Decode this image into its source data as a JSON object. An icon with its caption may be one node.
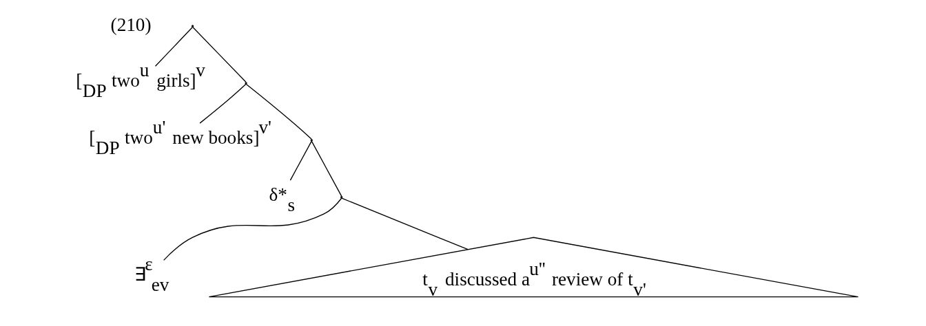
{
  "diagram": {
    "nodes": [
      {
        "text": [],
        "shape": "point"
      },
      {
        "text": [
          "[$_{DP}$ two$^{u}$ girls]$^{v}$"
        ]
      },
      {
        "text": [],
        "shape": "point"
      },
      {
        "text": [
          "[$_{DP}$ two$^{u'}$ new books]$^{v'}$"
        ]
      },
      {
        "text": [],
        "shape": "point"
      },
      {
        "text": [
          "δ*$_{s}$"
        ]
      },
      {
        "text": [],
        "shape": "point"
      },
      {
        "text": [
          "∃$^{ε}$$_{ev}$"
        ]
      },
      {
        "text": [
          "t$_{v}$ discussed a$^{u''}$ review of t$_{v'}$"
        ]
      }
    ],
    "edges": [
      {
        "from": 0,
        "to": 1,
        "arrow": "none"
      },
      {
        "from": 0,
        "to": 2,
        "arrow": "none"
      },
      {
        "from": 2,
        "to": 3,
        "arrow": "none"
      },
      {
        "from": 2,
        "to": 4,
        "arrow": "none"
      },
      {
        "from": 4,
        "to": 5,
        "arrow": "none"
      },
      {
        "from": 4,
        "to": 6,
        "arrow": "none"
      },
      {
        "from": 6,
        "to": 7,
        "arrow": "none"
      },
      {
        "from": 6,
        "to": 8,
        "arrow": "none"
      }
    ],
    "labels": [
      "(210)"
    ]
  }
}
